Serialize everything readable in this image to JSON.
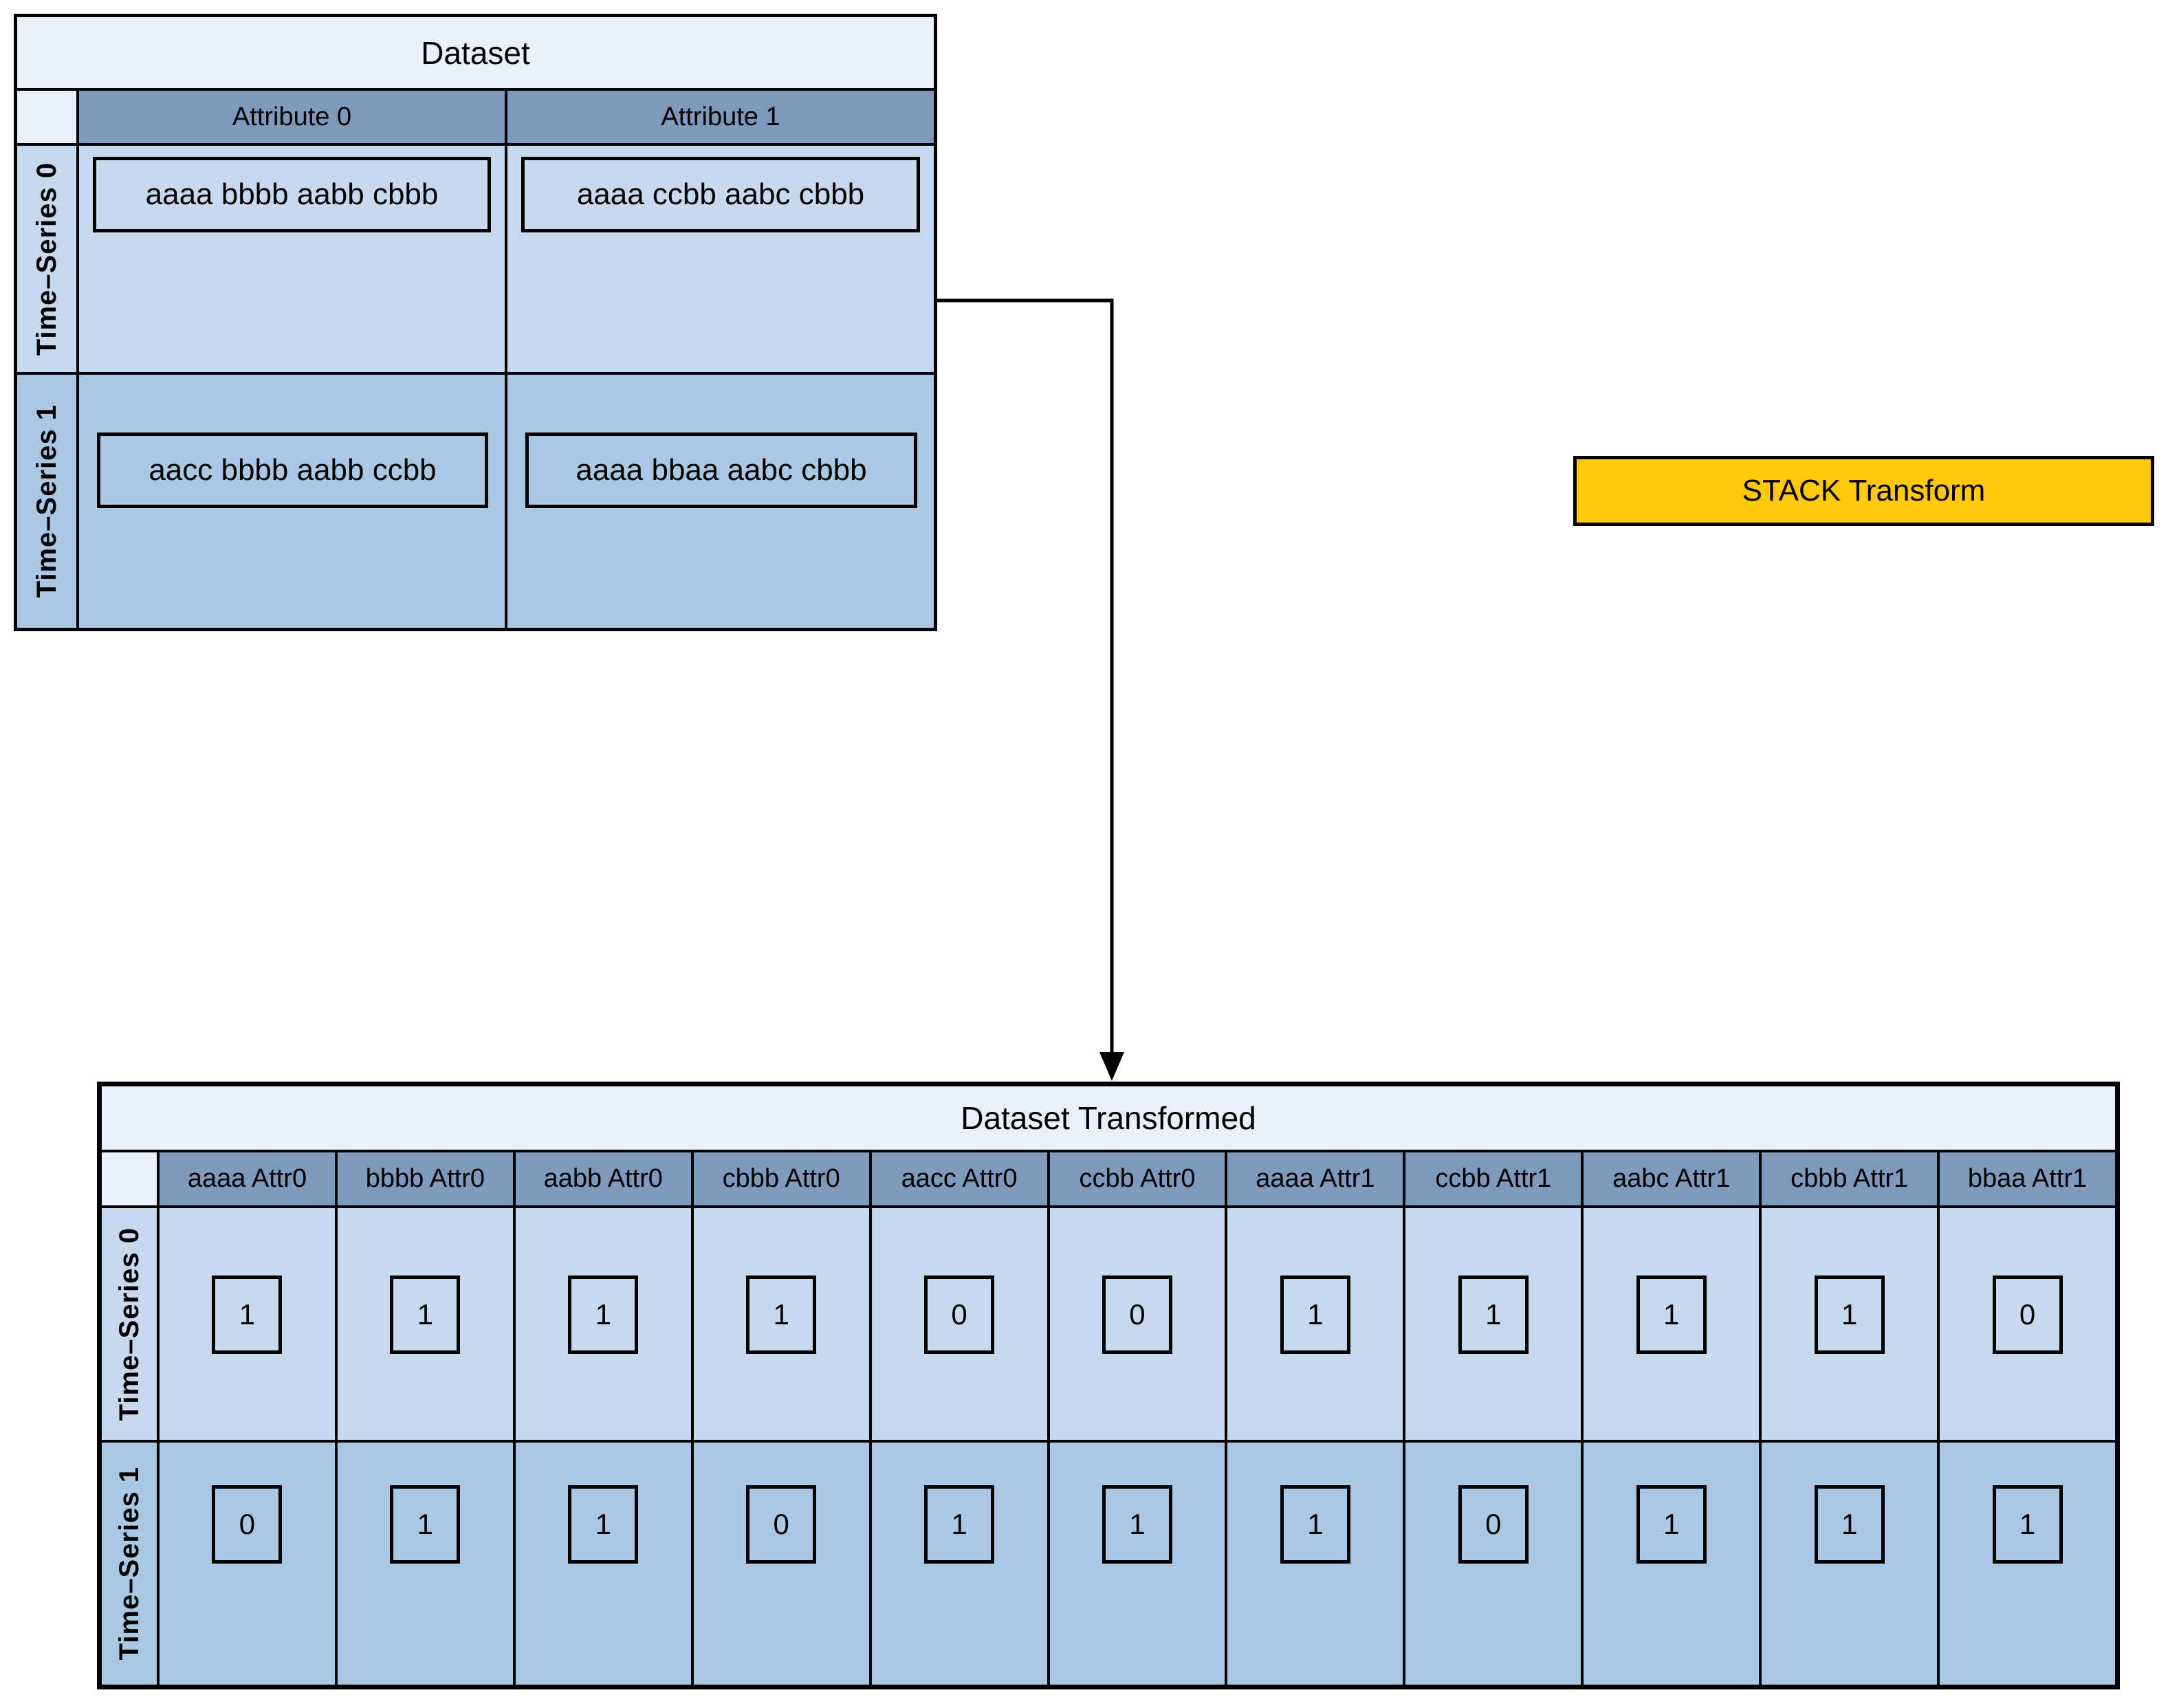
{
  "diagram": {
    "source_table": {
      "title": "Dataset",
      "columns": [
        "Attribute 0",
        "Attribute 1"
      ],
      "rows": [
        {
          "label": "Time–Series 0",
          "cells": [
            "aaaa bbbb aabb cbbb",
            "aaaa ccbb aabc cbbb"
          ]
        },
        {
          "label": "Time–Series 1",
          "cells": [
            "aacc bbbb aabb ccbb",
            "aaaa bbaa aabc cbbb"
          ]
        }
      ]
    },
    "transform_box": {
      "label": "STACK Transform",
      "fill_color": "#FFC80A",
      "border_color": "#000000"
    },
    "result_table": {
      "title": "Dataset Transformed",
      "columns": [
        "aaaa Attr0",
        "bbbb Attr0",
        "aabb Attr0",
        "cbbb Attr0",
        "aacc Attr0",
        "ccbb Attr0",
        "aaaa Attr1",
        "ccbb Attr1",
        "aabc Attr1",
        "cbbb Attr1",
        "bbaa Attr1"
      ],
      "rows": [
        {
          "label": "Time–Series 0",
          "values": [
            "1",
            "1",
            "1",
            "1",
            "0",
            "0",
            "1",
            "1",
            "1",
            "1",
            "0"
          ]
        },
        {
          "label": "Time–Series 1",
          "values": [
            "0",
            "1",
            "1",
            "0",
            "1",
            "1",
            "1",
            "0",
            "1",
            "1",
            "1"
          ]
        }
      ]
    },
    "colors": {
      "title_band": "#E9EFFB",
      "header_band": "#7E99BB",
      "row0_background": "#C7D9EE",
      "row1_background": "#AAC8E3",
      "grid_line": "#000000"
    }
  }
}
